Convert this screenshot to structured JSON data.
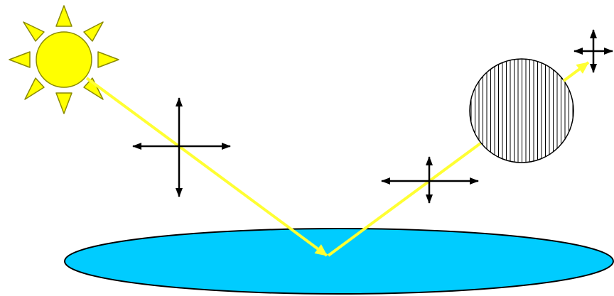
{
  "diagram": {
    "sun_icon": "sun-icon",
    "surface_icon": "water-surface",
    "filter_icon": "polarizing-filter",
    "arrow_icon": "polarization-cross-arrows",
    "colors": {
      "sun_fill": "#ffff00",
      "sun_stroke": "#8a8a00",
      "ray": "#ffff33",
      "surface_fill": "#00ccff",
      "outline": "#000000",
      "background": "#ffffff"
    }
  }
}
